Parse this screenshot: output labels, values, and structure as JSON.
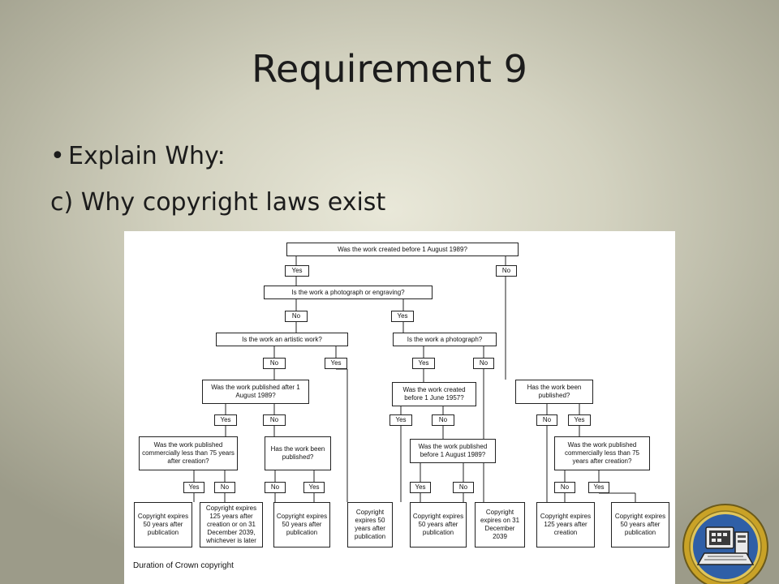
{
  "slide": {
    "title": "Requirement 9",
    "bullet": "Explain Why:",
    "subline": "c) Why copyright laws exist"
  },
  "flowchart": {
    "caption": "Duration of Crown copyright",
    "questions": {
      "q_before_1989": "Was the work created before 1 August 1989?",
      "q_photo_engraving": "Is the work a photograph or engraving?",
      "q_artistic": "Is the work an artistic work?",
      "q_photograph": "Is the work a photograph?",
      "q_published_after": "Was the work published after 1 August 1989?",
      "q_created_1957": "Was the work created before 1 June 1957?",
      "q_has_published_right": "Has the work been published?",
      "q_commercial_75_left": "Was the work published commercially less than 75 years after creation?",
      "q_has_published_mid": "Has the work been published?",
      "q_published_before_1989": "Was the work published before 1 August 1989?",
      "q_commercial_75_right": "Was the work published commercially less than 75 years after creation?"
    },
    "answers": {
      "yes": "Yes",
      "no": "No"
    },
    "outcomes": {
      "o1": "Copyright expires 50 years after publication",
      "o2": "Copyright expires 125 years after creation or on 31 December 2039, whichever is later",
      "o3": "Copyright expires 50 years after publication",
      "o4": "Copyright expires 50 years after publication",
      "o5": "Copyright expires 50 years after publication",
      "o6": "Copyright expires on 31 December 2039",
      "o7": "Copyright expires 125 years after creation",
      "o8": "Copyright expires 50 years after publication"
    }
  },
  "colors": {
    "line": "#222222",
    "badge_gold": "#c9a227",
    "badge_blue": "#2f5fa7"
  },
  "icons": {
    "badge": "computers-merit-badge-icon"
  }
}
